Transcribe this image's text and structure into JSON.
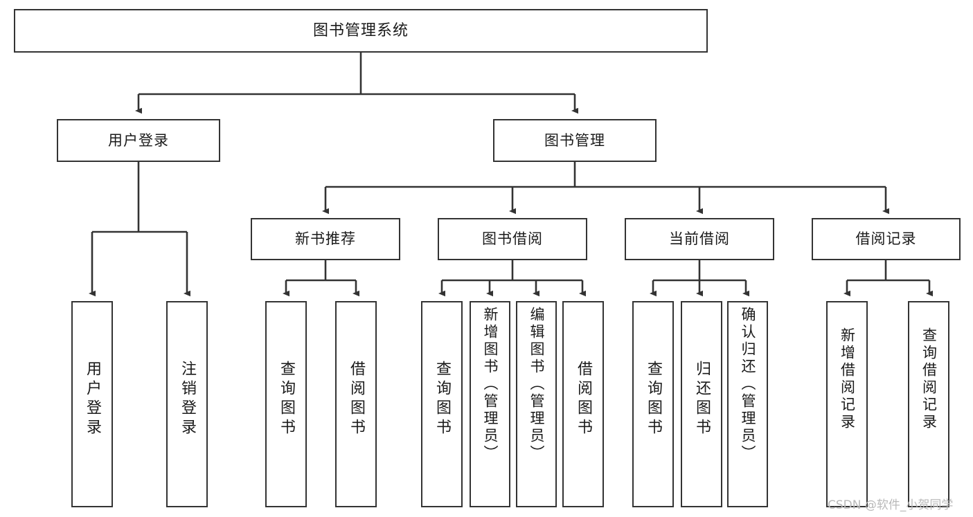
{
  "diagram": {
    "type": "tree-hierarchy",
    "title": "图书管理系统",
    "background": "#ffffff",
    "stroke": "#333333",
    "text_color": "#1a1a1a"
  },
  "nodes": {
    "root": {
      "label": "图书管理系统"
    },
    "level2": [
      {
        "id": "user-login",
        "label": "用户登录"
      },
      {
        "id": "book-manage",
        "label": "图书管理"
      }
    ],
    "level3": [
      {
        "id": "new-book-recommend",
        "label": "新书推荐"
      },
      {
        "id": "book-borrow",
        "label": "图书借阅"
      },
      {
        "id": "current-borrow",
        "label": "当前借阅"
      },
      {
        "id": "borrow-record",
        "label": "借阅记录"
      }
    ],
    "leaves": {
      "user_login": [
        {
          "id": "leaf-user-login",
          "label": "用户登录"
        },
        {
          "id": "leaf-logout-login",
          "label": "注销登录"
        }
      ],
      "new_book_recommend": [
        {
          "id": "leaf-query-book-1",
          "label": "查询图书"
        },
        {
          "id": "leaf-borrow-book-1",
          "label": "借阅图书"
        }
      ],
      "book_borrow": [
        {
          "id": "leaf-query-book-2",
          "label": "查询图书"
        },
        {
          "id": "leaf-add-book",
          "label": "新增图书（管理员）"
        },
        {
          "id": "leaf-edit-book",
          "label": "编辑图书（管理员）"
        },
        {
          "id": "leaf-borrow-book-2",
          "label": "借阅图书"
        }
      ],
      "current_borrow": [
        {
          "id": "leaf-query-book-3",
          "label": "查询图书"
        },
        {
          "id": "leaf-return-book",
          "label": "归还图书"
        },
        {
          "id": "leaf-confirm-return",
          "label": "确认归还（管理员）"
        }
      ],
      "borrow_record": [
        {
          "id": "leaf-add-record",
          "label": "新增借阅记录"
        },
        {
          "id": "leaf-query-record",
          "label": "查询借阅记录"
        }
      ]
    }
  },
  "watermark": {
    "text": "CSDN @软件_小贺同学",
    "color": "#b9b9b9"
  }
}
